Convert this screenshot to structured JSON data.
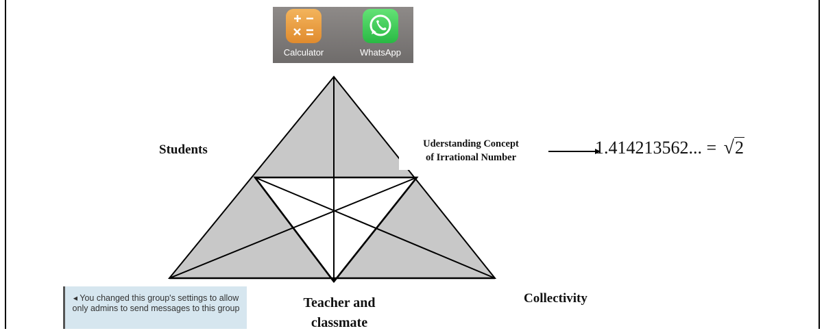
{
  "apps": {
    "calculator_label": "Calculator",
    "whatsapp_label": "WhatsApp"
  },
  "diagram": {
    "students_label": "Students",
    "concept_line1": "Uderstanding Concept",
    "concept_line2": "of Irrational Number",
    "teacher_line1": "Teacher and",
    "teacher_line2": "classmate",
    "collectivity_label": "Collectivity",
    "value_text": "1.414213562... =",
    "sqrt_arg": "2"
  },
  "notice": {
    "text": "You changed this group's settings to allow only admins to send messages to this group"
  },
  "colors": {
    "triangle_fill": "#c8c8c8",
    "lines": "#000000",
    "notice_bg": "#d6e6ef"
  }
}
